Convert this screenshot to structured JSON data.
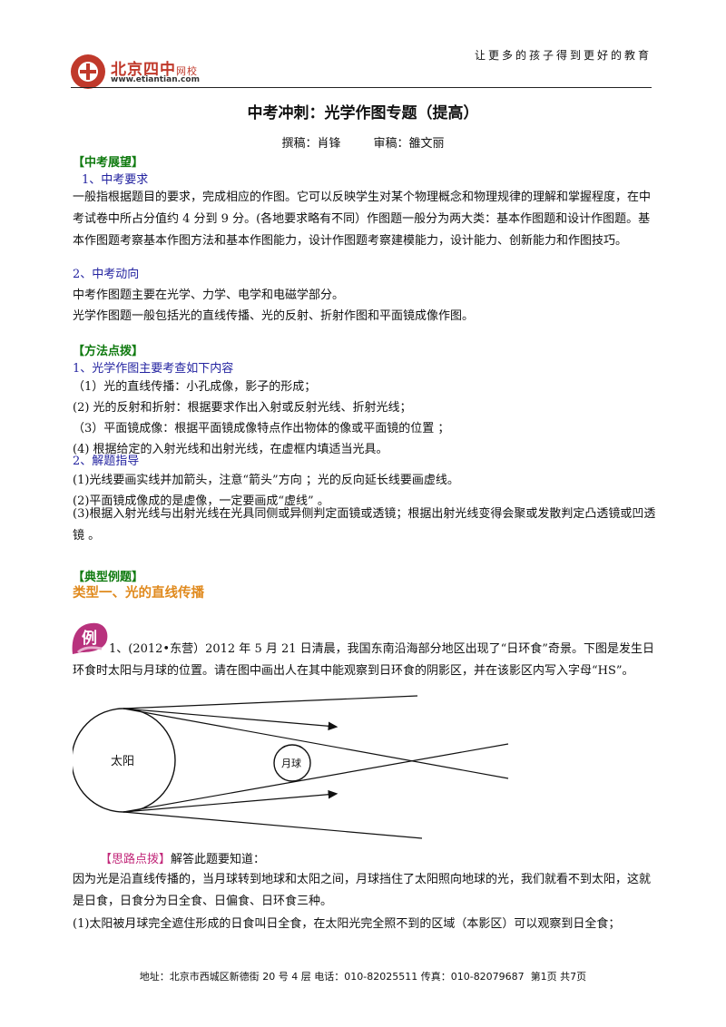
{
  "header": {
    "logo_text": "北京四中",
    "logo_suffix": "网校",
    "logo_url": "www.etiantian.com",
    "slogan": "让更多的孩子得到更好的教育"
  },
  "title": "中考冲刺：光学作图专题（提高）",
  "byline": {
    "author": "撰稿：肖锋",
    "reviewer": "审稿：雒文丽"
  },
  "sections": {
    "outlook": {
      "heading": "【中考展望】",
      "sub1": "1、中考要求",
      "para1": "一般指根据题目的要求，完成相应的作图。它可以反映学生对某个物理概念和物理规律的理解和掌握程度，在中考试卷中所占分值约 4 分到 9 分。(各地要求略有不同）作图题一般分为两大类：基本作图题和设计作图题。基本作图题考察基本作图方法和基本作图能力，设计作图题考察建模能力，设计能力、创新能力和作图技巧。",
      "sub2": "2、中考动向",
      "line1": "中考作图题主要在光学、力学、电学和电磁学部分。",
      "line2": "光学作图题一般包括光的直线传播、光的反射、折射作图和平面镜成像作图。"
    },
    "method": {
      "heading": "【方法点拨】",
      "sub1": "1、光学作图主要考查如下内容",
      "items": [
        "（1）光的直线传播：小孔成像，影子的形成；",
        " (2) 光的反射和折射：根据要求作出入射或反射光线、折射光线；",
        "（3）平面镜成像：根据平面镜成像特点作出物体的像或平面镜的位置 ；",
        " (4) 根据给定的入射光线和出射光线，在虚框内填适当光具。"
      ],
      "sub2": "2、解题指导",
      "tips": [
        "(1)光线要画实线并加箭头，注意“箭头”方向 ；光的反向延长线要画虚线。",
        "(2)平面镜成像成的是虚像，一定要画成“虚线” 。",
        "(3)根据入射光线与出射光线在光具同侧或异侧判定面镜或透镜；根据出射光线变得会聚或发散判定凸透镜或凹透镜 。"
      ]
    },
    "examples": {
      "heading": "【典型例题】",
      "type1": "类型一、光的直线传播",
      "badge": "例",
      "question": "1、(2012•东营）2012 年 5 月 21 日清晨，我国东南沿海部分地区出现了“日环食”奇景。下图是发生日环食时太阳与月球的位置。请在图中画出人在其中能观察到日环食的阴影区，并在该影区内写入字母“HS”。",
      "sun_label": "太阳",
      "moon_label": "月球",
      "hint_label": "【思路点拨】",
      "hint_text": "解答此题要知道：",
      "answer1": "因为光是沿直线传播的，当月球转到地球和太阳之间，月球挡住了太阳照向地球的光，我们就看不到太阳，这就是日食，日食分为日全食、日偏食、日环食三种。",
      "answer2": "(1)太阳被月球完全遮住形成的日食叫日全食，在太阳光完全照不到的区域（本影区）可以观察到日全食；"
    }
  },
  "footer": {
    "address": "地址：北京市西城区新德街 20 号 4 层  电话：010-82025511  传真：010-82079687",
    "page": "第1页  共7页"
  }
}
